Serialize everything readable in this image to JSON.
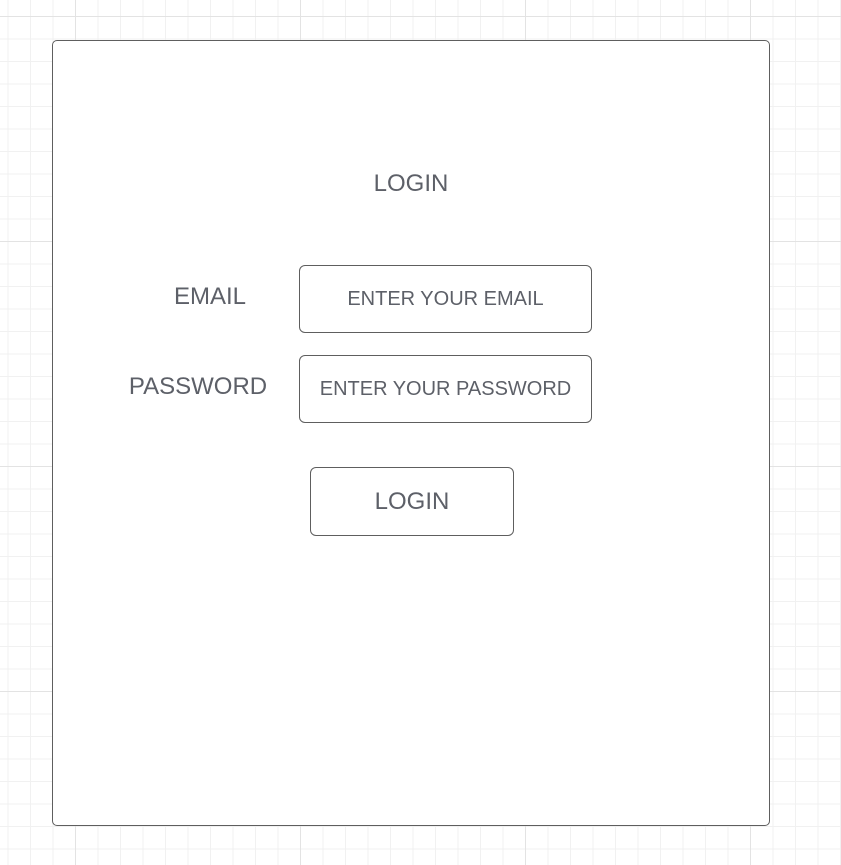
{
  "login_form": {
    "title": "LOGIN",
    "email": {
      "label": "EMAIL",
      "placeholder": "ENTER YOUR EMAIL"
    },
    "password": {
      "label": "PASSWORD",
      "placeholder": "ENTER YOUR PASSWORD"
    },
    "submit_label": "LOGIN"
  },
  "colors": {
    "text": "#5d6068",
    "border": "#5e5e5e",
    "grid": "#e3e3e3",
    "background": "#ffffff"
  }
}
